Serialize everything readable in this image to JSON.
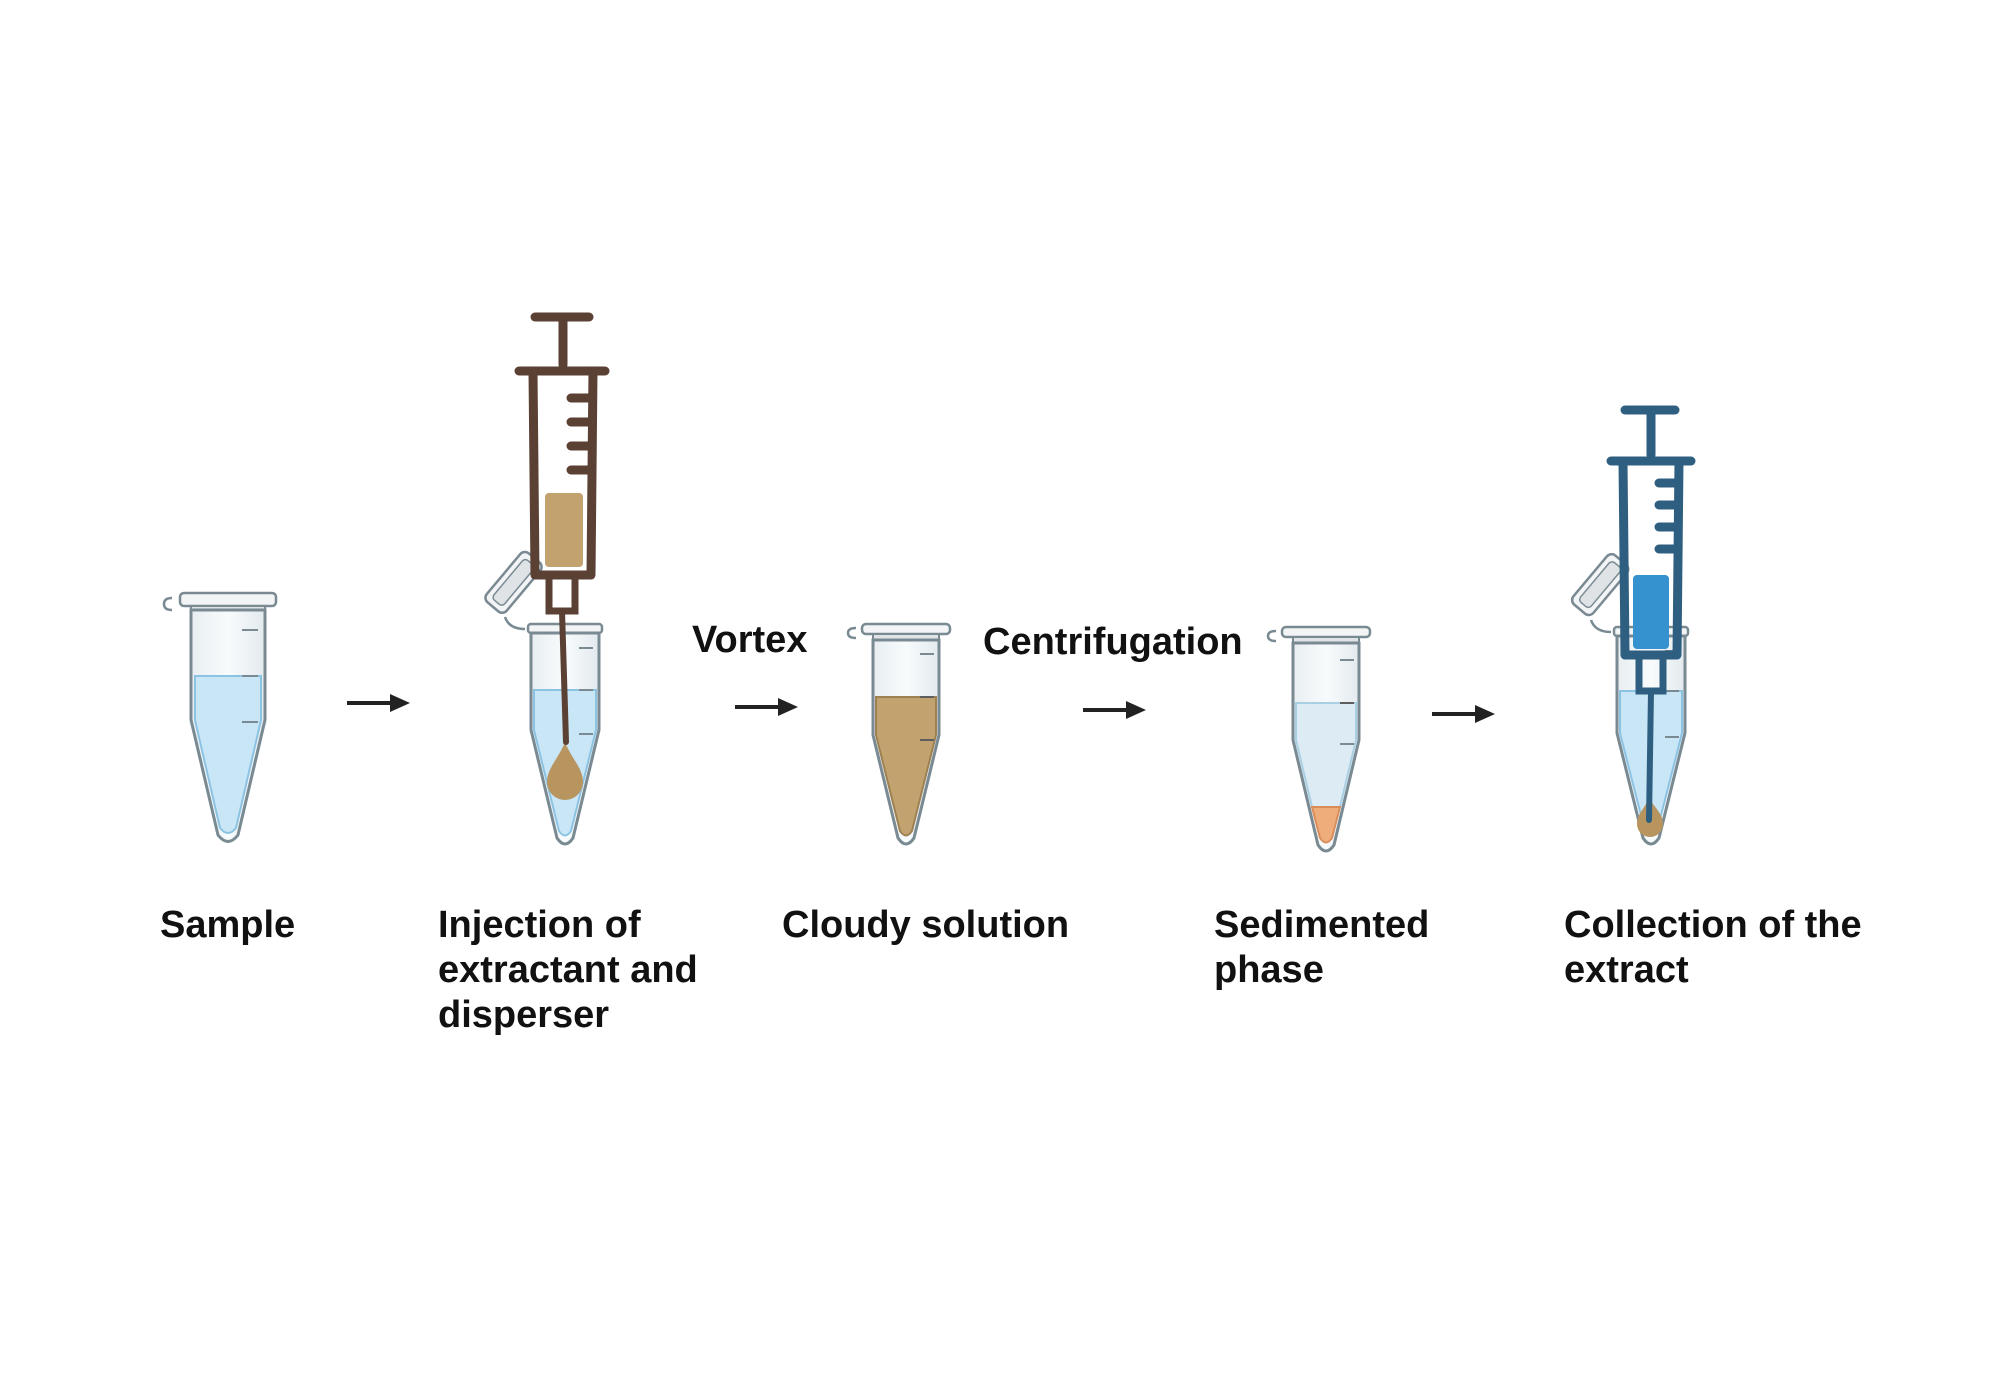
{
  "steps": [
    {
      "label": "Sample"
    },
    {
      "label": "Injection of extractant and disperser"
    },
    {
      "label": "Cloudy solution"
    },
    {
      "label": "Sedimented phase"
    },
    {
      "label": "Collection of the extract"
    }
  ],
  "transitions": [
    {
      "label": ""
    },
    {
      "label": "Vortex"
    },
    {
      "label": "Centrifugation"
    },
    {
      "label": ""
    }
  ],
  "colors": {
    "water": "#c9e6f7",
    "water_edge": "#8cc3e3",
    "cloudy": "#c2a26e",
    "sediment": "#f0ad7c",
    "syringe_brown": "#5b4034",
    "syringe_blue": "#2f5f80",
    "extract_blue": "#3592cf",
    "droplet": "#b8955f",
    "tube_outline": "#7a8a93"
  }
}
